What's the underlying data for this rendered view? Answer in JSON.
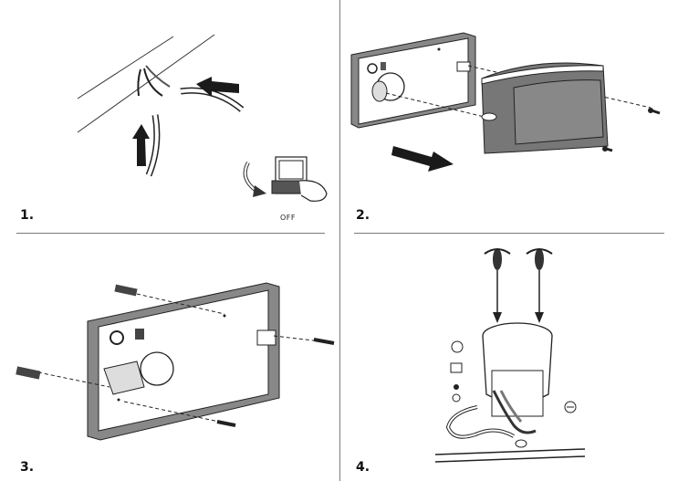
{
  "steps": [
    {
      "number": "1.",
      "label": "OFF"
    },
    {
      "number": "2."
    },
    {
      "number": "3."
    },
    {
      "number": "4."
    }
  ]
}
